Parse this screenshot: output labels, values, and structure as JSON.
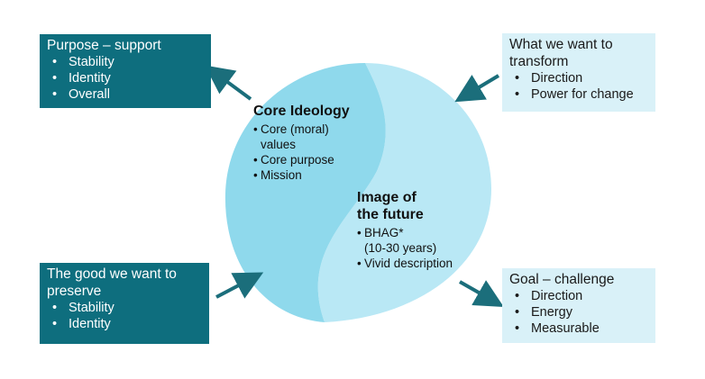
{
  "colors": {
    "dark_box": "#0e6e7e",
    "light_box": "#d9f1f8",
    "circle_left": "#8fd9ec",
    "circle_right": "#b9e8f5",
    "arrow": "#1b6e7b"
  },
  "top_left": {
    "title": "Purpose – support",
    "items": [
      "Stability",
      "Identity",
      "Overall"
    ]
  },
  "bottom_left": {
    "title_line1": "The good we want to",
    "title_line2": "preserve",
    "items": [
      "Stability",
      "Identity"
    ]
  },
  "top_right": {
    "title_line1": "What we want to",
    "title_line2": "transform",
    "items": [
      "Direction",
      "Power for change"
    ]
  },
  "bottom_right": {
    "title": "Goal – challenge",
    "items": [
      "Direction",
      "Energy",
      "Measurable"
    ]
  },
  "core_ideology": {
    "heading": "Core Ideology",
    "items": [
      "Core (moral)",
      "values",
      "Core purpose",
      "Mission"
    ]
  },
  "image_of_future": {
    "heading_line1": "Image of",
    "heading_line2": "the future",
    "items": [
      "BHAG*",
      "(10-30 years)",
      "Vivid description"
    ]
  }
}
